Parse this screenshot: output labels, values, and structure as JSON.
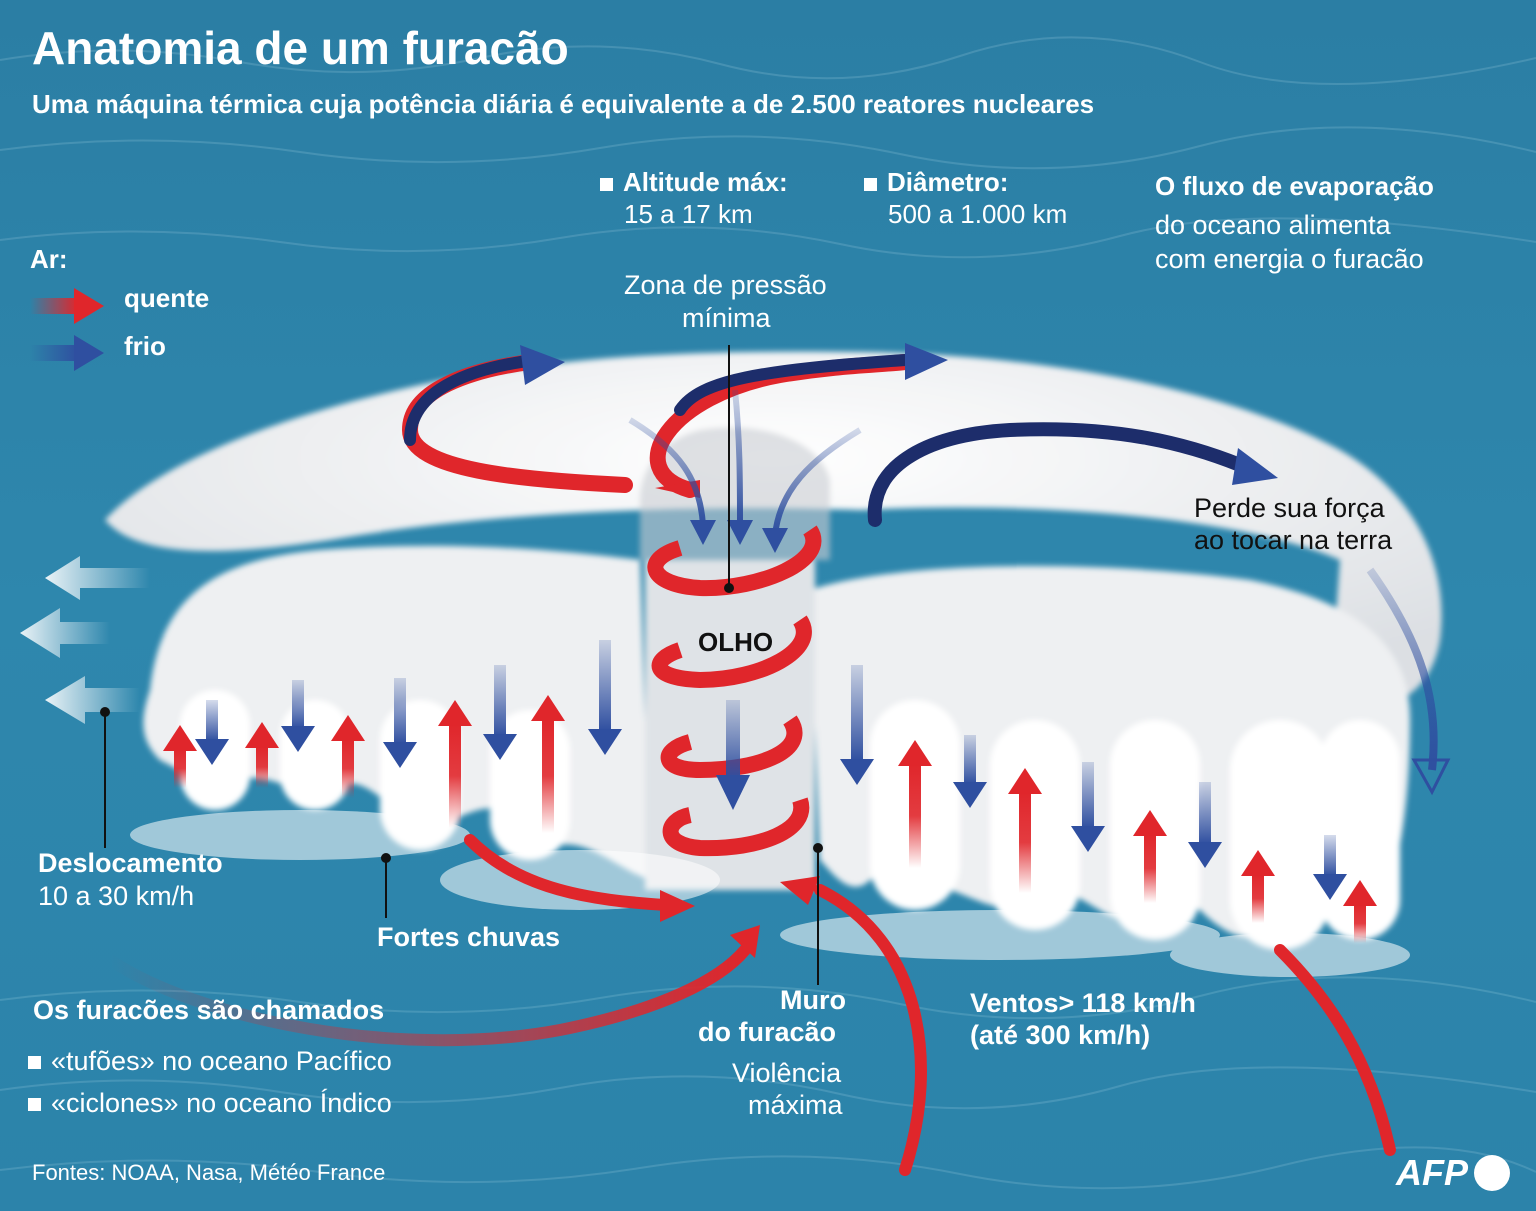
{
  "header": {
    "title": "Anatomia de um furacão",
    "subtitle": "Uma máquina térmica cuja potência diária é equivalente a de 2.500 reatores nucleares"
  },
  "legend": {
    "title": "Ar:",
    "warm_label": "quente",
    "cold_label": "frio",
    "warm_color": "#e0262b",
    "cold_color": "#2f4fa0"
  },
  "facts": {
    "altitude_label": "Altitude máx:",
    "altitude_value": "15 a 17 km",
    "diameter_label": "Diâmetro:",
    "diameter_value": "500 a 1.000 km",
    "evaporation_title": "O fluxo de evaporação",
    "evaporation_line1": "do oceano alimenta",
    "evaporation_line2": "com energia o furacão"
  },
  "labels": {
    "pressure_line1": "Zona de pressão",
    "pressure_line2": "mínima",
    "eye": "OLHO",
    "landfall_line1": "Perde sua força",
    "landfall_line2": "ao tocar na terra",
    "movement_title": "Deslocamento",
    "movement_value": "10 a 30 km/h",
    "rain": "Fortes chuvas",
    "wall_line1": "Muro",
    "wall_line2": "do  furacão",
    "violence_line1": "Violência",
    "violence_line2": "máxima",
    "winds_line1": "Ventos> 118 km/h",
    "winds_line2": "(até 300 km/h)"
  },
  "names": {
    "title": "Os furacões são chamados",
    "items": [
      "«tufões» no oceano Pacífico",
      "«ciclones» no oceano Índico"
    ]
  },
  "footer": {
    "sources": "Fontes: NOAA, Nasa, Météo France",
    "logo": "AFP"
  }
}
